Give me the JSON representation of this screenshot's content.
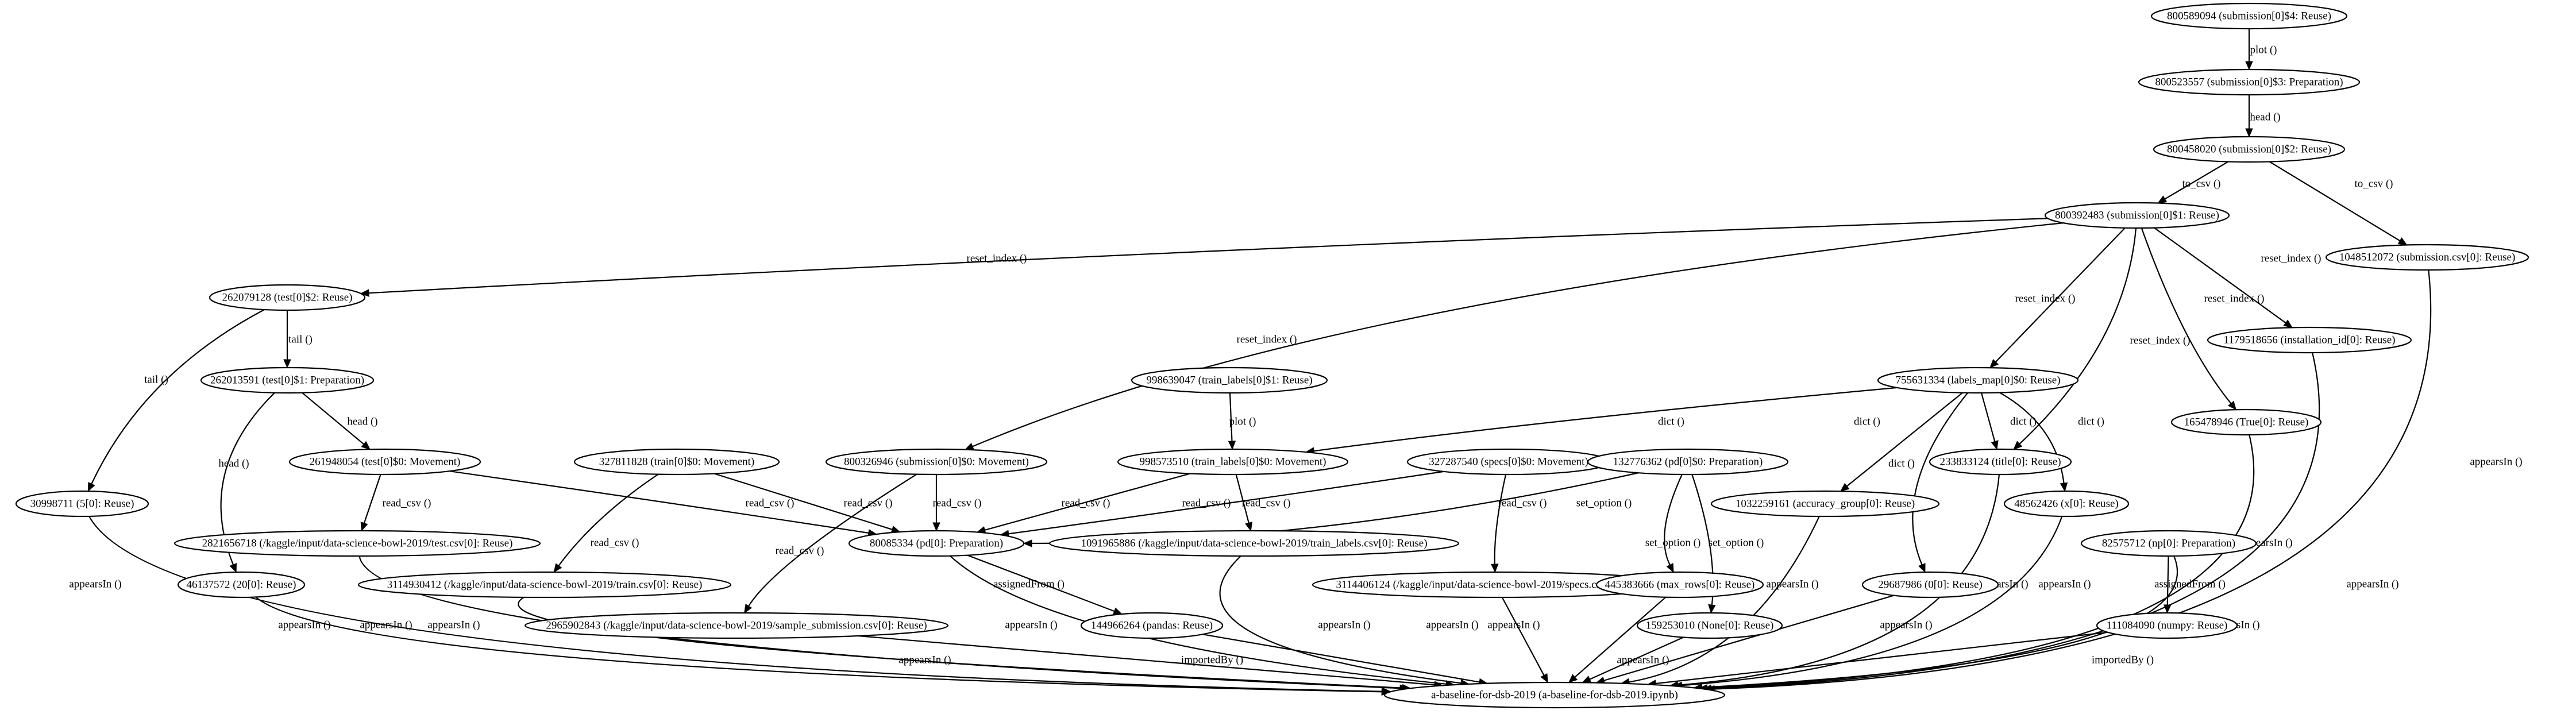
{
  "graph": {
    "nodes": [
      {
        "id": "n800589094",
        "label": "800589094 (submission[0]$4: Reuse)"
      },
      {
        "id": "n800523557",
        "label": "800523557 (submission[0]$3: Preparation)"
      },
      {
        "id": "n800458020",
        "label": "800458020 (submission[0]$2: Reuse)"
      },
      {
        "id": "n800392483",
        "label": "800392483 (submission[0]$1: Reuse)"
      },
      {
        "id": "n1048512072",
        "label": "1048512072 (submission.csv[0]: Reuse)"
      },
      {
        "id": "n262079128",
        "label": "262079128 (test[0]$2: Reuse)"
      },
      {
        "id": "n1179518656",
        "label": "1179518656 (installation_id[0]: Reuse)"
      },
      {
        "id": "n262013591",
        "label": "262013591 (test[0]$1: Preparation)"
      },
      {
        "id": "n998639047",
        "label": "998639047 (train_labels[0]$1: Reuse)"
      },
      {
        "id": "n755631334",
        "label": "755631334 (labels_map[0]$0: Reuse)"
      },
      {
        "id": "n165478946",
        "label": "165478946 (True[0]: Reuse)"
      },
      {
        "id": "n261948054",
        "label": "261948054 (test[0]$0: Movement)"
      },
      {
        "id": "n327811828",
        "label": "327811828 (train[0]$0: Movement)"
      },
      {
        "id": "n800326946",
        "label": "800326946 (submission[0]$0: Movement)"
      },
      {
        "id": "n998573510",
        "label": "998573510 (train_labels[0]$0: Movement)"
      },
      {
        "id": "n327287540",
        "label": "327287540 (specs[0]$0: Movement)"
      },
      {
        "id": "n132776362",
        "label": "132776362 (pd[0]$0: Preparation)"
      },
      {
        "id": "n233833124",
        "label": "233833124 (title[0]: Reuse)"
      },
      {
        "id": "n30998711",
        "label": "30998711 (5[0]: Reuse)"
      },
      {
        "id": "n1032259161",
        "label": "1032259161 (accuracy_group[0]: Reuse)"
      },
      {
        "id": "n48562426",
        "label": "48562426 (x[0]: Reuse)"
      },
      {
        "id": "n2821656718",
        "label": "2821656718 (/kaggle/input/data-science-bowl-2019/test.csv[0]: Reuse)"
      },
      {
        "id": "n80085334",
        "label": "80085334 (pd[0]: Preparation)"
      },
      {
        "id": "n1091965886",
        "label": "1091965886 (/kaggle/input/data-science-bowl-2019/train_labels.csv[0]: Reuse)"
      },
      {
        "id": "n82575712",
        "label": "82575712 (np[0]: Preparation)"
      },
      {
        "id": "n46137572",
        "label": "46137572 (20[0]: Reuse)"
      },
      {
        "id": "n3114930412",
        "label": "3114930412 (/kaggle/input/data-science-bowl-2019/train.csv[0]: Reuse)"
      },
      {
        "id": "n3114406124",
        "label": "3114406124 (/kaggle/input/data-science-bowl-2019/specs.csv[0]: Reuse)"
      },
      {
        "id": "n445383666",
        "label": "445383666 (max_rows[0]: Reuse)"
      },
      {
        "id": "n29687986",
        "label": "29687986 (0[0]: Reuse)"
      },
      {
        "id": "n2965902843",
        "label": "2965902843 (/kaggle/input/data-science-bowl-2019/sample_submission.csv[0]: Reuse)"
      },
      {
        "id": "n144966264",
        "label": "144966264 (pandas: Reuse)"
      },
      {
        "id": "n159253010",
        "label": "159253010 (None[0]: Reuse)"
      },
      {
        "id": "n111084090",
        "label": "111084090 (numpy: Reuse)"
      },
      {
        "id": "nroot",
        "label": "a-baseline-for-dsb-2019 (a-baseline-for-dsb-2019.ipynb)"
      }
    ],
    "edges": [
      {
        "from": "n800589094",
        "to": "n800523557",
        "label": "plot ()"
      },
      {
        "from": "n800523557",
        "to": "n800458020",
        "label": "head ()"
      },
      {
        "from": "n800458020",
        "to": "n800392483",
        "label": "to_csv ()"
      },
      {
        "from": "n800458020",
        "to": "n1048512072",
        "label": "to_csv ()"
      },
      {
        "from": "n800392483",
        "to": "n262079128",
        "label": "reset_index ()"
      },
      {
        "from": "n800392483",
        "to": "n800326946",
        "label": "reset_index ()"
      },
      {
        "from": "n800392483",
        "to": "n755631334",
        "label": "reset_index ()"
      },
      {
        "from": "n800392483",
        "to": "n233833124",
        "label": "reset_index ()"
      },
      {
        "from": "n800392483",
        "to": "n165478946",
        "label": "reset_index ()"
      },
      {
        "from": "n800392483",
        "to": "n1179518656",
        "label": "reset_index ()"
      },
      {
        "from": "n262079128",
        "to": "n262013591",
        "label": "tail ()"
      },
      {
        "from": "n262079128",
        "to": "n30998711",
        "label": "tail ()"
      },
      {
        "from": "n262013591",
        "to": "n261948054",
        "label": "head ()"
      },
      {
        "from": "n262013591",
        "to": "n46137572",
        "label": "head ()"
      },
      {
        "from": "n998639047",
        "to": "n998573510",
        "label": "plot ()"
      },
      {
        "from": "n755631334",
        "to": "n998573510",
        "label": "dict ()"
      },
      {
        "from": "n755631334",
        "to": "n1032259161",
        "label": "dict ()"
      },
      {
        "from": "n755631334",
        "to": "n29687986",
        "label": "dict ()"
      },
      {
        "from": "n755631334",
        "to": "n233833124",
        "label": "dict ()"
      },
      {
        "from": "n755631334",
        "to": "n48562426",
        "label": "dict ()"
      },
      {
        "from": "n261948054",
        "to": "n2821656718",
        "label": "read_csv ()"
      },
      {
        "from": "n261948054",
        "to": "n80085334",
        "label": "read_csv ()"
      },
      {
        "from": "n327811828",
        "to": "n80085334",
        "label": "read_csv ()"
      },
      {
        "from": "n327811828",
        "to": "n3114930412",
        "label": "read_csv ()"
      },
      {
        "from": "n800326946",
        "to": "n80085334",
        "label": "read_csv ()"
      },
      {
        "from": "n800326946",
        "to": "n2965902843",
        "label": "read_csv ()"
      },
      {
        "from": "n998573510",
        "to": "n80085334",
        "label": "read_csv ()"
      },
      {
        "from": "n998573510",
        "to": "n1091965886",
        "label": "read_csv ()"
      },
      {
        "from": "n327287540",
        "to": "n80085334",
        "label": "read_csv ()"
      },
      {
        "from": "n327287540",
        "to": "n3114406124",
        "label": "read_csv ()"
      },
      {
        "from": "n132776362",
        "to": "n80085334",
        "label": "set_option ()"
      },
      {
        "from": "n132776362",
        "to": "n445383666",
        "label": "set_option ()"
      },
      {
        "from": "n132776362",
        "to": "n159253010",
        "label": "set_option ()"
      },
      {
        "from": "n80085334",
        "to": "n144966264",
        "label": "assignedFrom ()"
      },
      {
        "from": "n82575712",
        "to": "n111084090",
        "label": "assignedFrom ()"
      },
      {
        "from": "n1048512072",
        "to": "nroot",
        "label": "appearsIn ()"
      },
      {
        "from": "n1179518656",
        "to": "nroot",
        "label": "appearsIn ()"
      },
      {
        "from": "n165478946",
        "to": "nroot",
        "label": "appearsIn ()"
      },
      {
        "from": "n30998711",
        "to": "nroot",
        "label": "appearsIn ()"
      },
      {
        "from": "n46137572",
        "to": "nroot",
        "label": "appearsIn ()"
      },
      {
        "from": "n2821656718",
        "to": "nroot",
        "label": "appearsIn ()"
      },
      {
        "from": "n3114930412",
        "to": "nroot",
        "label": "appearsIn ()"
      },
      {
        "from": "n2965902843",
        "to": "nroot",
        "label": "appearsIn ()"
      },
      {
        "from": "n80085334",
        "to": "nroot",
        "label": "appearsIn ()"
      },
      {
        "from": "n144966264",
        "to": "nroot",
        "label": "importedBy ()"
      },
      {
        "from": "n1091965886",
        "to": "nroot",
        "label": "appearsIn ()"
      },
      {
        "from": "n3114406124",
        "to": "nroot",
        "label": "appearsIn ()"
      },
      {
        "from": "n445383666",
        "to": "nroot",
        "label": "appearsIn ()"
      },
      {
        "from": "n159253010",
        "to": "nroot",
        "label": "appearsIn ()"
      },
      {
        "from": "n1032259161",
        "to": "nroot",
        "label": "appearsIn ()"
      },
      {
        "from": "n29687986",
        "to": "nroot",
        "label": "appearsIn ()"
      },
      {
        "from": "n233833124",
        "to": "nroot",
        "label": "appearsIn ()"
      },
      {
        "from": "n48562426",
        "to": "nroot",
        "label": "appearsIn ()"
      },
      {
        "from": "n111084090",
        "to": "nroot",
        "label": "importedBy ()"
      },
      {
        "from": "n82575712",
        "to": "nroot",
        "label": "appearsIn ()"
      }
    ]
  }
}
